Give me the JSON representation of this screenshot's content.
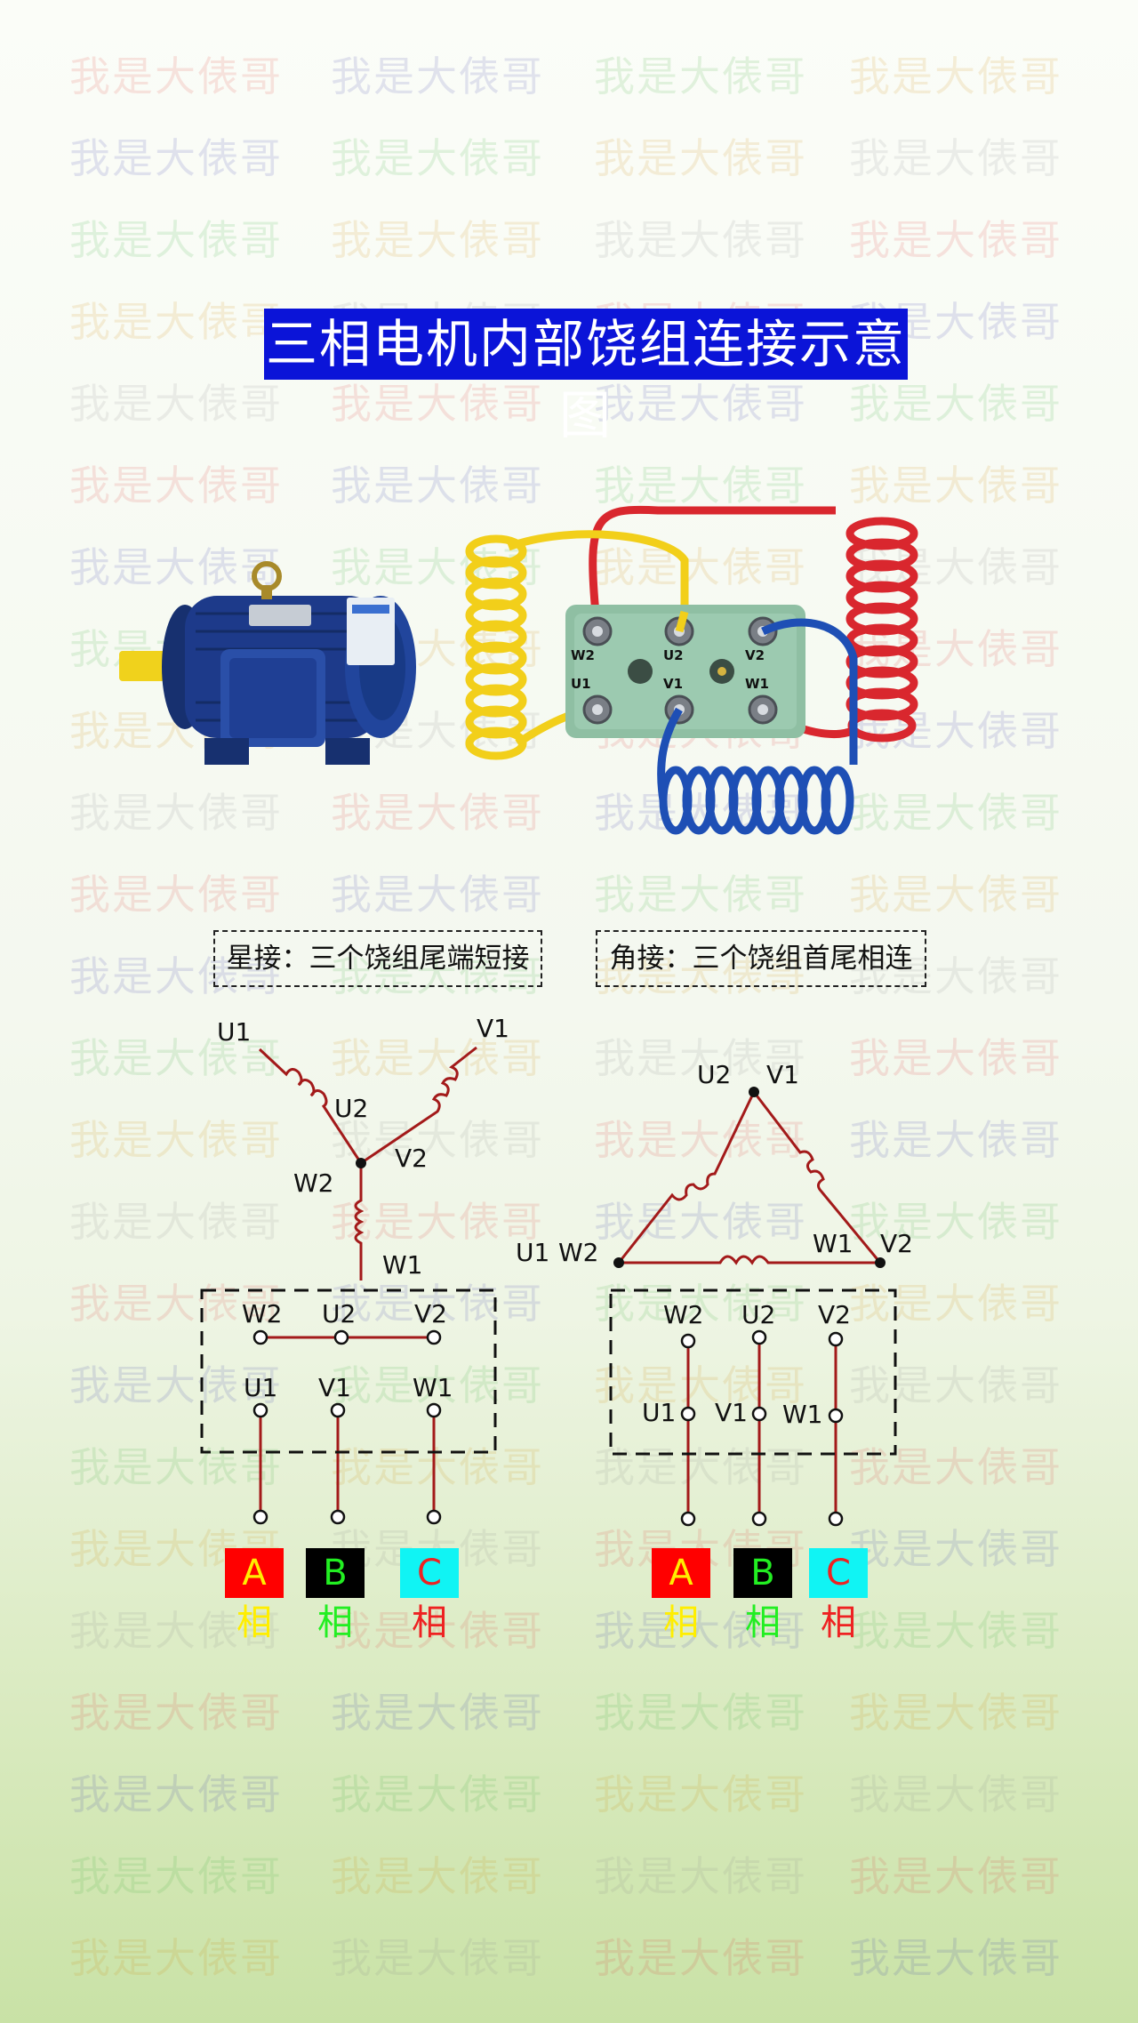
{
  "watermark": {
    "text": "我是大俵哥"
  },
  "title": "三相电机内部饶组连接示意图",
  "captions": {
    "star": "星接：三个饶组尾端短接",
    "delta": "角接：三个饶组首尾相连"
  },
  "star": {
    "winding_labels": [
      "U1",
      "V1",
      "U2",
      "V2",
      "W2",
      "W1"
    ],
    "box_top": [
      "W2",
      "U2",
      "V2"
    ],
    "box_bottom": [
      "U1",
      "V1",
      "W1"
    ]
  },
  "delta": {
    "winding_labels": [
      "U2",
      "V1",
      "U1",
      "W2",
      "W1",
      "V2"
    ],
    "box_top": [
      "W2",
      "U2",
      "V2"
    ],
    "box_bottom": [
      "U1",
      "V1",
      "W1"
    ]
  },
  "terminal_block": {
    "top": [
      "W2",
      "U2",
      "V2"
    ],
    "bottom": [
      "U1",
      "V1",
      "W1"
    ]
  },
  "phases": [
    {
      "label": "A相",
      "bg": "#ff0000",
      "fg": "#ffee00"
    },
    {
      "label": "B相",
      "bg": "#000000",
      "fg": "#22ee22"
    },
    {
      "label": "C相",
      "bg": "#10f4f4",
      "fg": "#ee2222"
    }
  ],
  "colors": {
    "title_bg": "#0b14d8",
    "wire_red": "#a31a1a",
    "motor_blue": "#1d3a8a",
    "cable_yellow": "#f2cf1a",
    "cable_red": "#d9272e",
    "cable_blue": "#1e4fb5",
    "terminal_block": "#8fbfa3"
  }
}
